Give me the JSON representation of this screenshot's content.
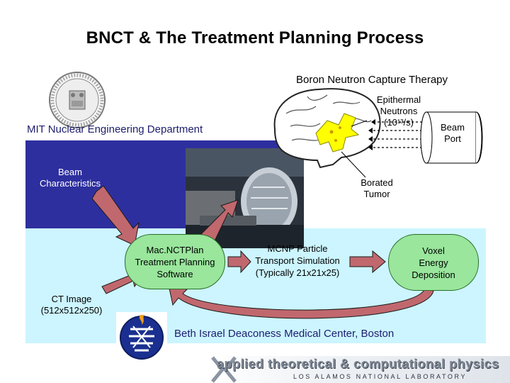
{
  "title": "BNCT & The Treatment Planning Process",
  "subtitle": "Boron Neutron Capture Therapy",
  "mit_dept": "MIT Nuclear Engineering Department",
  "labels": {
    "epithermal_line1": "Epithermal",
    "epithermal_line2": "Neutrons",
    "epithermal_line3": "(10¹³/s)",
    "beam_port_line1": "Beam",
    "beam_port_line2": "Port",
    "beam_char_line1": "Beam",
    "beam_char_line2": "Characteristics",
    "borated_line1": "Borated",
    "borated_line2": "Tumor",
    "ct_line1": "CT Image",
    "ct_line2": "(512x512x250)"
  },
  "boxes": {
    "mac_line1": "Mac.NCTPlan",
    "mac_line2": "Treatment Planning",
    "mac_line3": "Software",
    "mcnp_line1": "MCNP Particle",
    "mcnp_line2": "Transport Simulation",
    "mcnp_line3": "(Typically 21x21x25)",
    "voxel_line1": "Voxel",
    "voxel_line2": "Energy",
    "voxel_line3": "Deposition"
  },
  "bidmc": "Beth Israel Deaconess Medical Center, Boston",
  "footer": {
    "line1": "applied theoretical & computational physics",
    "line2": "LOS ALAMOS NATIONAL LABORATORY"
  },
  "colors": {
    "blue_band": "#2e2f9f",
    "cyan_band": "#ccf5ff",
    "box_green": "#99e69c",
    "arrow_fill": "#c0686e",
    "tumor_yellow": "#ffff00"
  }
}
